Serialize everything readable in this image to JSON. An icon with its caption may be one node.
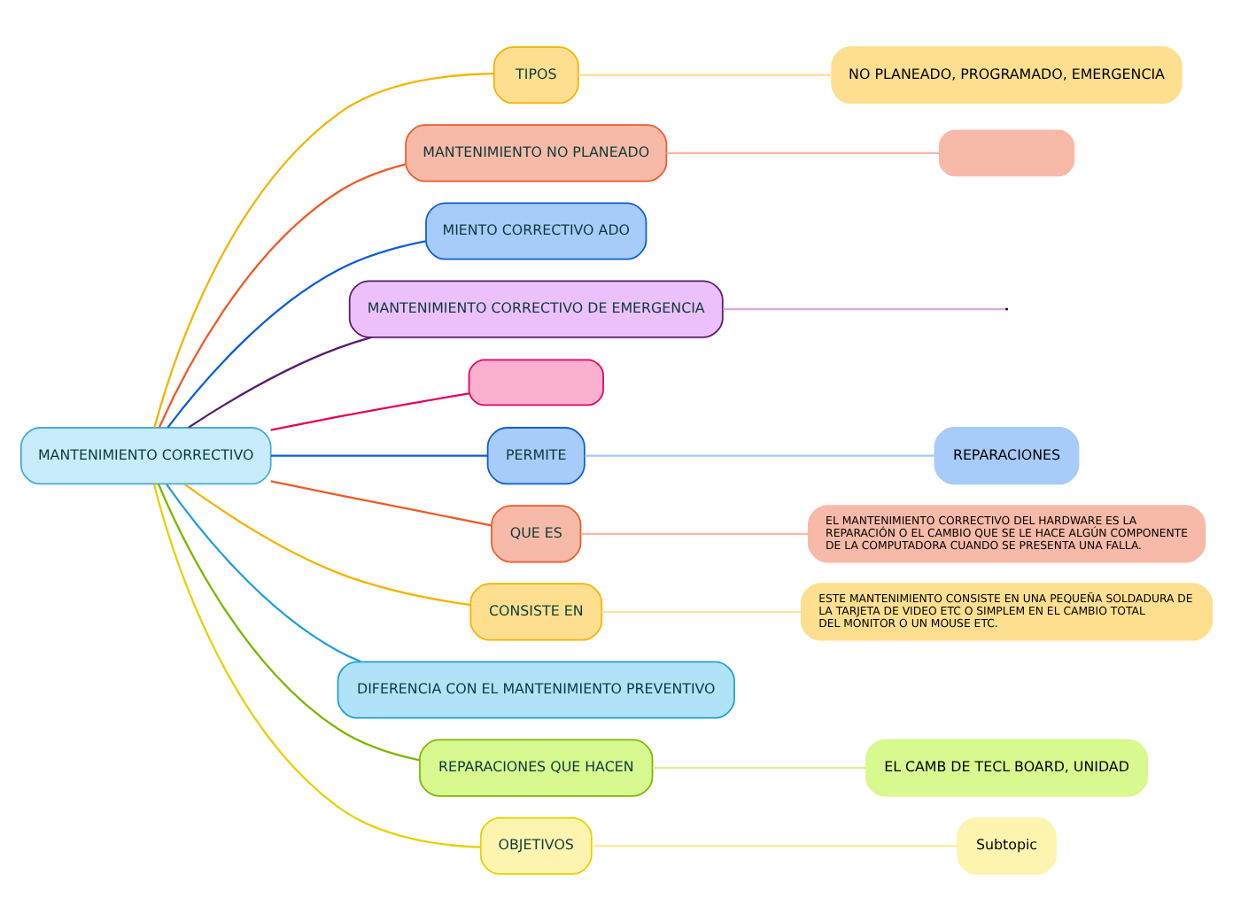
{
  "diagram": {
    "nodes": [
      {
        "text": [
          "MANTENIMIENTO CORRECTIVO"
        ]
      },
      {
        "text": [
          "TIPOS"
        ]
      },
      {
        "text": [
          "NO PLANEADO, PROGRAMADO, EMERGENCIA"
        ]
      },
      {
        "text": [
          "MANTENIMIENTO NO PLANEADO"
        ]
      },
      {
        "text": [],
        "shape": "box"
      },
      {
        "text": [
          "MIENTO CORRECTIVO ADO"
        ]
      },
      {
        "text": [
          "MANTENIMIENTO CORRECTIVO DE EMERGENCIA"
        ]
      },
      {
        "text": [],
        "shape": "box"
      },
      {
        "text": [
          "PERMITE"
        ]
      },
      {
        "text": [
          "REPARACIONES"
        ]
      },
      {
        "text": [
          "QUE ES"
        ]
      },
      {
        "text": [
          "EL MANTENIMIENTO CORRECTIVO DEL HARDWARE ES LA REPARACIÓN O EL CAMBIO QUE SE LE HACE ALGÚN COMPONENTE DE LA COMPUTADORA CUANDO SE PRESENTA UNA FALLA."
        ]
      },
      {
        "text": [
          "CONSISTE EN"
        ]
      },
      {
        "text": [
          "ESTE MANTENIMIENTO CONSISTE EN UNA PEQUEÑA SOLDADURA DE LA TARJETA DE VIDEO ETC O SIMPLEM EN EL CAMBIO TOTAL DEL MONITOR O UN MOUSE ETC."
        ]
      },
      {
        "text": [
          "DIFERENCIA CON EL MANTENIMIENTO PREVENTIVO"
        ]
      },
      {
        "text": [
          "REPARACIONES QUE HACEN"
        ]
      },
      {
        "text": [
          "EL CAMB DE TECL BOARD, UNIDAD"
        ]
      },
      {
        "text": [
          "OBJETIVOS"
        ]
      },
      {
        "text": [
          "Subtopic"
        ]
      }
    ],
    "edges": [
      {
        "from": 0,
        "to": 1,
        "arrow": "none",
        "color": "#f4b400"
      },
      {
        "from": 1,
        "to": 2,
        "arrow": "none",
        "color": "#fde3a0"
      },
      {
        "from": 0,
        "to": 3,
        "arrow": "none",
        "color": "#f05a28"
      },
      {
        "from": 3,
        "to": 4,
        "arrow": "none",
        "color": "#f9b8a0"
      },
      {
        "from": 0,
        "to": 5,
        "arrow": "none",
        "color": "#0b5ed7"
      },
      {
        "from": 0,
        "to": 6,
        "arrow": "none",
        "color": "#5a1a6e"
      },
      {
        "from": 6,
        "to": null,
        "arrow": "none",
        "color": "#d8a8e0"
      },
      {
        "from": 0,
        "to": 7,
        "arrow": "none",
        "color": "#e8005a"
      },
      {
        "from": 0,
        "to": 8,
        "arrow": "none",
        "color": "#0b5ed7"
      },
      {
        "from": 8,
        "to": 9,
        "arrow": "none",
        "color": "#a8c8f8"
      },
      {
        "from": 0,
        "to": 10,
        "arrow": "none",
        "color": "#f05a28"
      },
      {
        "from": 10,
        "to": 11,
        "arrow": "none",
        "color": "#f9b8a0"
      },
      {
        "from": 0,
        "to": 12,
        "arrow": "none",
        "color": "#f4b400"
      },
      {
        "from": 12,
        "to": 13,
        "arrow": "none",
        "color": "#fde3a0"
      },
      {
        "from": 0,
        "to": 14,
        "arrow": "none",
        "color": "#1ea0d8"
      },
      {
        "from": 0,
        "to": 15,
        "arrow": "none",
        "color": "#7cb800"
      },
      {
        "from": 15,
        "to": 16,
        "arrow": "none",
        "color": "#d8f0a0"
      },
      {
        "from": 0,
        "to": 17,
        "arrow": "none",
        "color": "#e8d000"
      },
      {
        "from": 17,
        "to": 18,
        "arrow": "none",
        "color": "#fbeea0"
      }
    ]
  }
}
